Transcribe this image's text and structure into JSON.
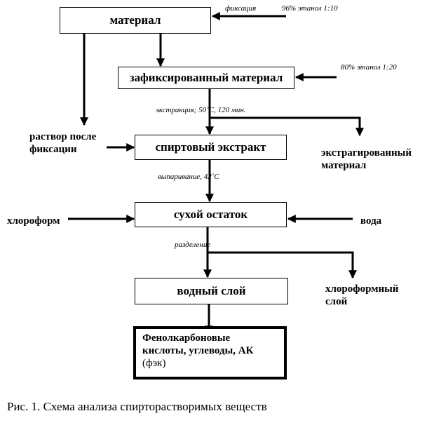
{
  "boxes": {
    "material": "материал",
    "fixed_material": "зафиксированный материал",
    "spirit_extract": "спиртовый экстракт",
    "dry_residue": "сухой остаток",
    "water_layer": "водный слой",
    "final_line1": "Фенолкарбоновые",
    "final_line2": "кислоты, углеводы, АК",
    "final_line3": "(фэк)"
  },
  "notes": {
    "fixation": "фиксация",
    "ethanol96": "96% этанол 1:10",
    "ethanol80": "80% этанол 1:20",
    "extraction": "экстракция; 50˚С, 120 мин.",
    "evaporation": "выпаривание, 42˚С",
    "separation": "разделение"
  },
  "side_labels": {
    "fixation_solution_1": "раствор после",
    "fixation_solution_2": "фиксации",
    "extracted_material_1": "экстрагированный",
    "extracted_material_2": "материал",
    "chloroform": "хлороформ",
    "water": "вода",
    "chloroform_layer_1": "хлороформный",
    "chloroform_layer_2": "слой"
  },
  "caption": "Рис. 1. Схема анализа спирторастворимых веществ"
}
